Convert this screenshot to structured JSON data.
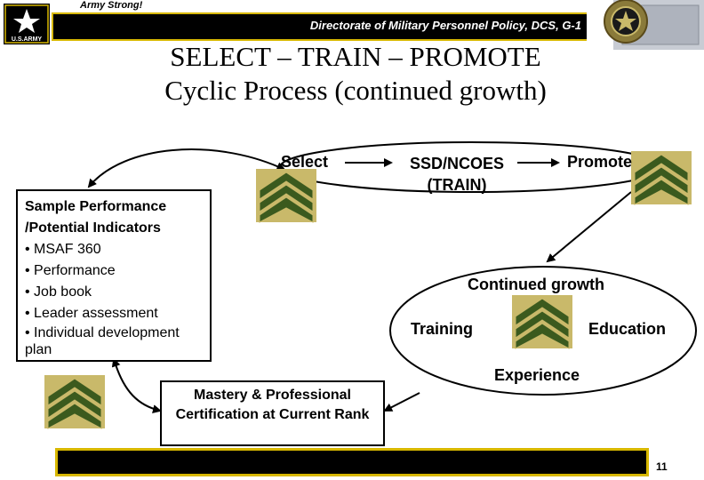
{
  "header": {
    "motto": "Army Strong!",
    "logo_text": "U.S.ARMY",
    "directorate": "Directorate of Military Personnel Policy, DCS, G-1"
  },
  "title": {
    "line1": "SELECT – TRAIN – PROMOTE",
    "line2": "Cyclic Process (continued growth)"
  },
  "cycle": {
    "select": "Select",
    "train": "SSD/NCOES\n(TRAIN)",
    "promote": "Promote",
    "continued_growth": "Continued growth",
    "training": "Training",
    "education": "Education",
    "experience": "Experience"
  },
  "indicators": {
    "title": "Sample Performance /Potential Indicators",
    "items": [
      "• MSAF 360",
      "• Performance",
      "• Job book",
      "• Leader assessment",
      "• Individual development plan"
    ]
  },
  "mastery": {
    "text": "Mastery & Professional Certification at Current Rank"
  },
  "footer": {
    "page_number": "11"
  },
  "colors": {
    "gold": "#d8b800",
    "chevron_green": "#3b5a1e",
    "chevron_gold": "#c9b96a"
  },
  "icons": [
    "army-star-logo-icon",
    "dcs-g1-seal-icon",
    "sergeant-chevron-icon"
  ]
}
